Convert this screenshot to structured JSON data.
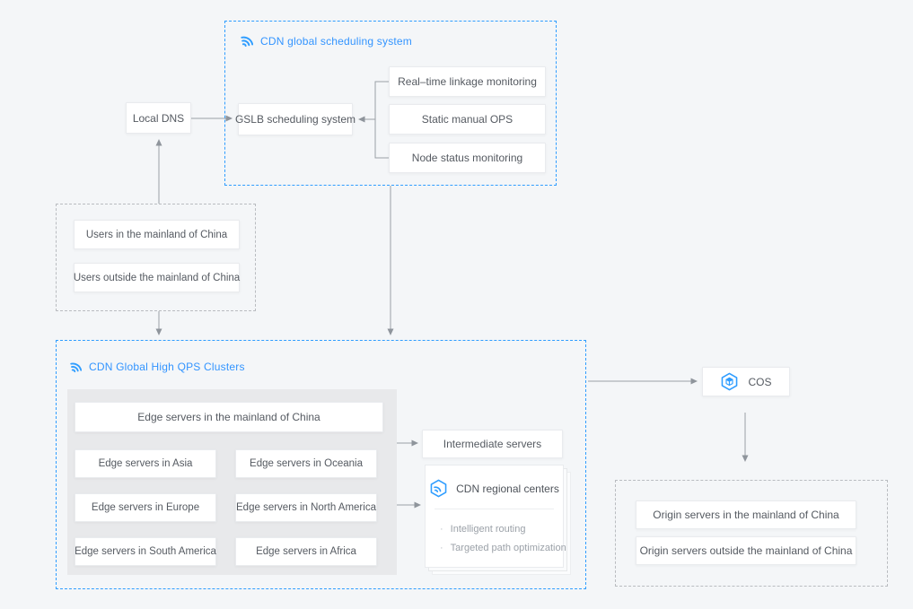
{
  "diagram": {
    "scheduling_group": {
      "title": "CDN global scheduling system",
      "gslb_label": "GSLB scheduling system",
      "monitors": [
        "Real–time linkage monitoring",
        "Static manual OPS",
        "Node status monitoring"
      ]
    },
    "local_dns_label": "Local DNS",
    "users_group": {
      "items": [
        "Users in the mainland of China",
        "Users outside the mainland of China"
      ]
    },
    "clusters_group": {
      "title": "CDN Global High QPS Clusters",
      "edge_main_label": "Edge servers in the mainland of China",
      "edge_regions": [
        "Edge servers in Asia",
        "Edge servers in Oceania",
        "Edge servers in Europe",
        "Edge servers in North America",
        "Edge servers in South America",
        "Edge servers in Africa"
      ]
    },
    "intermediate_label": "Intermediate servers",
    "regional_centers": {
      "title": "CDN regional centers",
      "features": [
        "Intelligent routing",
        "Targeted path optimization"
      ]
    },
    "cos_label": "COS",
    "origin_group": {
      "items": [
        "Origin servers in the mainland of China",
        "Origin servers outside the mainland of China"
      ]
    },
    "colors": {
      "accent_blue": "#2f9dff",
      "arrow_gray": "#8f959c",
      "dashed_gray": "#b9bcc0",
      "background": "#f4f6f8"
    }
  }
}
